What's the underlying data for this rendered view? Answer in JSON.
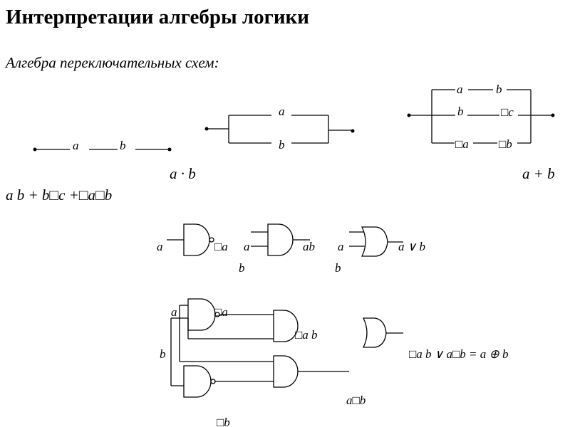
{
  "title": "Интерпретации алгебры логики",
  "subtitle": "Алгебра переключательных схем:",
  "series_circuit": {
    "label_a": "a",
    "label_b": "b",
    "formula": "a · b"
  },
  "parallel_circuit": {
    "label_a": "a",
    "label_b": "b"
  },
  "mixed_circuit": {
    "top_a": "a",
    "top_b": "b",
    "mid_b": "b",
    "mid_c": "□c",
    "bot_a": "□a",
    "bot_b": "□b",
    "formula": "a + b"
  },
  "main_formula": "a b + b□c +□a□b",
  "gates_row": {
    "not_in": "a",
    "not_out": "□a",
    "and_in_a": "a",
    "and_in_b": "b",
    "and_out": "ab",
    "or_in_a": "a",
    "or_in_b": "b",
    "or_out": "a ∨ b"
  },
  "xor_circuit": {
    "in_a": "a",
    "in_b": "b",
    "not_a_out": "□a",
    "and1_out": "□a b",
    "and2_out": "a□b",
    "not_b_out": "□b",
    "result": "□a b ∨ a□b = a ⊕ b"
  }
}
